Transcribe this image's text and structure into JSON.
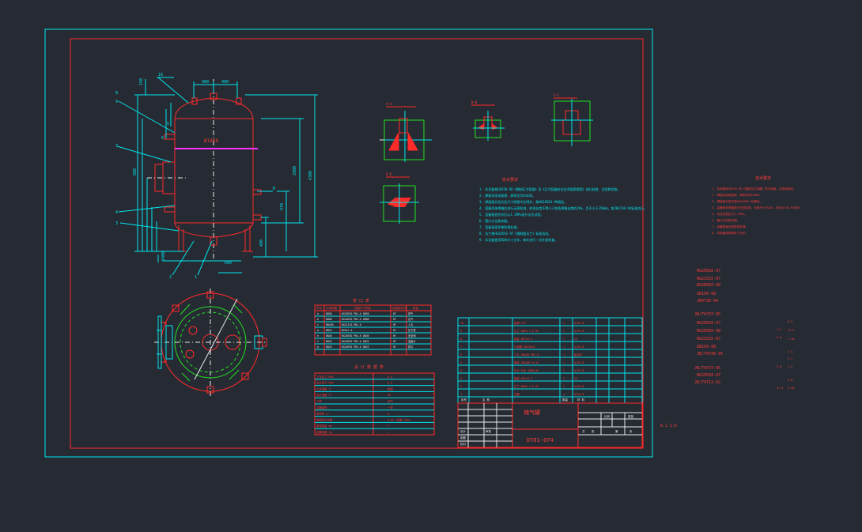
{
  "drawing": {
    "title_block_name": "储气罐",
    "drawing_number": "DT01-074",
    "title_block_labels": [
      "设计",
      "制图",
      "校对",
      "审核",
      "比例",
      "重量",
      "共",
      "张",
      "第",
      "张"
    ],
    "outside_scale_note": "0.1  1:5"
  },
  "dimensions": {
    "top_spacing_left": "400",
    "top_spacing_right": "400",
    "shell_diameter": "Ø1800",
    "shell_height": "2800",
    "overall_height": "4300",
    "side_nozzle_height": "970",
    "bottom_offset": "600",
    "leg_height": "400",
    "side_dim_1": "800",
    "side_dim_2": "1000",
    "top_height": "150",
    "right_mark": "B",
    "item_markers": [
      "16",
      "8",
      "9",
      "5",
      "7",
      "6",
      "4",
      "3",
      "2",
      "1"
    ]
  },
  "technical_requirements": {
    "heading": "技术要求",
    "items": [
      "1. 本设备按GB150-98《钢制压力容器》及《压力容器安全技术监察规程》进行制造、试验和验收。",
      "2. 焊接采用电弧焊，焊条型号E4303。",
      "3. 焊接接头型式及尺寸除图中注明外，按HG20583-98规定。",
      "4. 容器壳体焊缝应进行无损检测，检测长度不得小于各条焊缝长度的20%，且不小于250mm，按JB4730-94标准执行。",
      "5. 设备制造完毕后以1.1MPa进行水压试验。",
      "6. 管口方位按本图。",
      "7. 设备表面涂漆防锈处理。",
      "8. 法兰按HG20592-97《钢制管法兰》标准选用。",
      "9. 本设备使用寿命为十五年，每年进行一次外部检查。"
    ]
  },
  "nozzle_table": {
    "title": "管 口 表",
    "columns": [
      "符号",
      "公称规格",
      "连接尺寸标准",
      "连接面形式",
      "用途"
    ],
    "rows": [
      [
        "a",
        "DN50",
        "HG20592 PN1.6 DN50",
        "RF",
        "进气"
      ],
      [
        "b",
        "DN80",
        "HG20592 PN1.6 DN80",
        "RF",
        "出气"
      ],
      [
        "c",
        "DN450",
        "HG21515 PN1.6",
        "RF",
        "人孔"
      ],
      [
        "d",
        "DN15",
        "M20x1.5",
        "RF",
        "压力表"
      ],
      [
        "e",
        "DN40",
        "HG20592 PN1.6 DN40",
        "RF",
        "安全阀"
      ],
      [
        "f",
        "DN25",
        "HG20592 PN1.6 DN25",
        "RF",
        "温度计"
      ],
      [
        "g",
        "DN25",
        "HG20592 PN1.6 DN25",
        "RF",
        "排污"
      ]
    ]
  },
  "design_data_table": {
    "title": "设 计 数 据 表",
    "rows": [
      [
        "工作压力 MPa",
        "0.8"
      ],
      [
        "设计压力 MPa",
        "0.9"
      ],
      [
        "工作温度 ℃",
        "常温"
      ],
      [
        "设计温度 ℃",
        "50"
      ],
      [
        "介质",
        "空气"
      ],
      [
        "容器类别",
        "一类"
      ],
      [
        "全容积 m³",
        "8"
      ],
      [
        "焊接接头系数",
        "0.85 (局部 20%)"
      ],
      [
        "腐蚀裕量 mm",
        "1"
      ],
      [
        "容器净重 kg",
        "—"
      ]
    ]
  },
  "parts_list": {
    "rows": [
      [
        "10",
        "铭牌 5x7",
        "1",
        "Q235-B"
      ],
      [
        "9",
        "法兰 DN25-1.6 RF",
        "4",
        "Q235-B"
      ],
      [
        "8",
        "接管 Ø57x3.5",
        "1",
        "20"
      ],
      [
        "7",
        "补强圈 DN450x8",
        "1",
        "Q235-B"
      ],
      [
        "6",
        "人孔 DN450 PN1.6",
        "1",
        "组合件"
      ],
      [
        "5",
        "筒体 DN1800 δ=14",
        "1",
        "Q235-B"
      ],
      [
        "4",
        "封头 EHA 1800x16",
        "2",
        "Q235-B"
      ],
      [
        "3",
        "接管 Ø32x3.5",
        "3",
        "20"
      ],
      [
        "2",
        "法兰 DN50-1.6 RF",
        "2",
        "Q235-B"
      ],
      [
        "1",
        "支腿",
        "4",
        "Q235-B"
      ]
    ],
    "header": [
      "序号",
      "名 称",
      "数量",
      "材 料"
    ]
  },
  "right_notes": {
    "heading": "技术要求",
    "items": [
      "1. 本设备按GB150-98《钢制压力容器》进行制造、试验和验收。",
      "2. 焊接采用电弧焊，焊条型号E4303。",
      "3. 焊接接头型式按HG20583-98规定。",
      "4. 容器壳体焊缝进行无损检测，长度不小于20%，按JB4730-94执行。",
      "5. 水压试验压力1.1MPa。",
      "6. 管口方位按本图。",
      "7. 设备表面涂漆防锈处理。",
      "8. 本设备使用寿命十五年。"
    ],
    "standards": [
      "HG20592-97",
      "HG21515-97",
      "HG20583-98",
      "GB150-98",
      "JB4730-94",
      "JB/T4737-95",
      "HG20592-97",
      "HG20583-98",
      "HG21515-97",
      "GB150-98",
      "JB/T4736-95",
      "JB/T4737-95",
      "HG20594-97",
      "JB/T4712-92"
    ],
    "side_numbers": [
      "0.5",
      "17.5",
      "1.10",
      "1.5",
      "7.2",
      "4.8",
      "1.2",
      "0.9",
      "5.6",
      "3.1",
      "11.4",
      "4.48"
    ]
  },
  "colors": {
    "background": "#262b33",
    "frame": "#00e5ee",
    "geometry": "#ff2a2a",
    "section": "#22e022",
    "centerline": "#e8e8e8",
    "highlight": "#ff33ff"
  }
}
